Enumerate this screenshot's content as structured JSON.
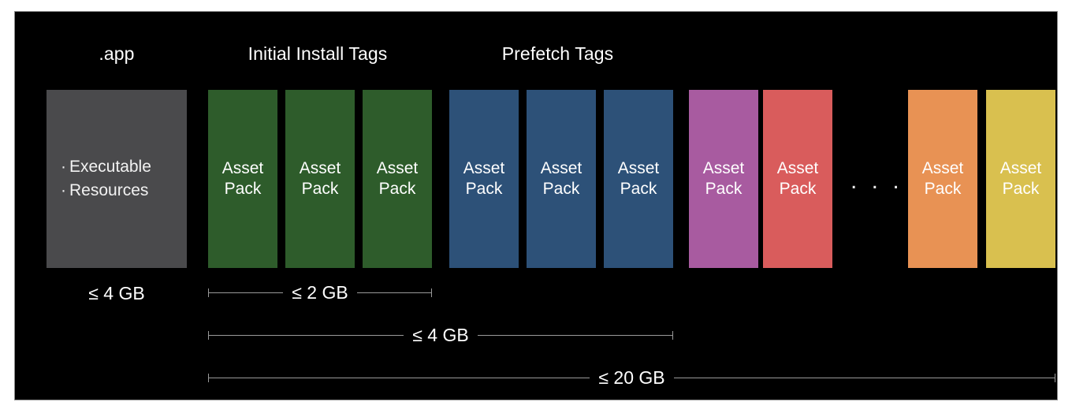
{
  "slide": {
    "background": "#000000",
    "frame_border": "#8d8d8d"
  },
  "groups": [
    {
      "name": "app",
      "title": ".app"
    },
    {
      "name": "initial-install-tags",
      "title": "Initial Install Tags"
    },
    {
      "name": "prefetch-tags",
      "title": "Prefetch Tags"
    }
  ],
  "app_box": {
    "color": "#4a4a4c",
    "bullets": [
      {
        "dot": "·",
        "text": "Executable"
      },
      {
        "dot": "·",
        "text": "Resources"
      }
    ]
  },
  "asset_packs": [
    {
      "id": "green-1",
      "line1": "Asset",
      "line2": "Pack",
      "color": "#2e5c2b",
      "group": "initial-install-tags"
    },
    {
      "id": "green-2",
      "line1": "Asset",
      "line2": "Pack",
      "color": "#2e5c2b",
      "group": "initial-install-tags"
    },
    {
      "id": "green-3",
      "line1": "Asset",
      "line2": "Pack",
      "color": "#2e5c2b",
      "group": "initial-install-tags"
    },
    {
      "id": "blue-1",
      "line1": "Asset",
      "line2": "Pack",
      "color": "#2d5178",
      "group": "prefetch-tags"
    },
    {
      "id": "blue-2",
      "line1": "Asset",
      "line2": "Pack",
      "color": "#2d5178",
      "group": "prefetch-tags"
    },
    {
      "id": "blue-3",
      "line1": "Asset",
      "line2": "Pack",
      "color": "#2d5178",
      "group": "prefetch-tags"
    },
    {
      "id": "purple-1",
      "line1": "Asset",
      "line2": "Pack",
      "color": "#a85ba0",
      "group": "on-demand"
    },
    {
      "id": "red-1",
      "line1": "Asset",
      "line2": "Pack",
      "color": "#d95c5c",
      "group": "on-demand"
    },
    {
      "id": "orange-1",
      "line1": "Asset",
      "line2": "Pack",
      "color": "#e89254",
      "group": "on-demand"
    },
    {
      "id": "yellow-1",
      "line1": "Asset",
      "line2": "Pack",
      "color": "#d9c04f",
      "group": "on-demand"
    }
  ],
  "ellipsis": "• • •",
  "ellipsis_text": ". . .",
  "measurements": [
    {
      "id": "app-size",
      "label": "≤ 4 GB",
      "style": "plain"
    },
    {
      "id": "initial-install-size",
      "label": "≤ 2 GB",
      "style": "bar"
    },
    {
      "id": "install-plus-prefetch-size",
      "label": "≤ 4 GB",
      "style": "bar"
    },
    {
      "id": "total-size",
      "label": "≤ 20 GB",
      "style": "bar"
    }
  ],
  "line_color": "#9a9a9a",
  "text_color": "#ffffff"
}
